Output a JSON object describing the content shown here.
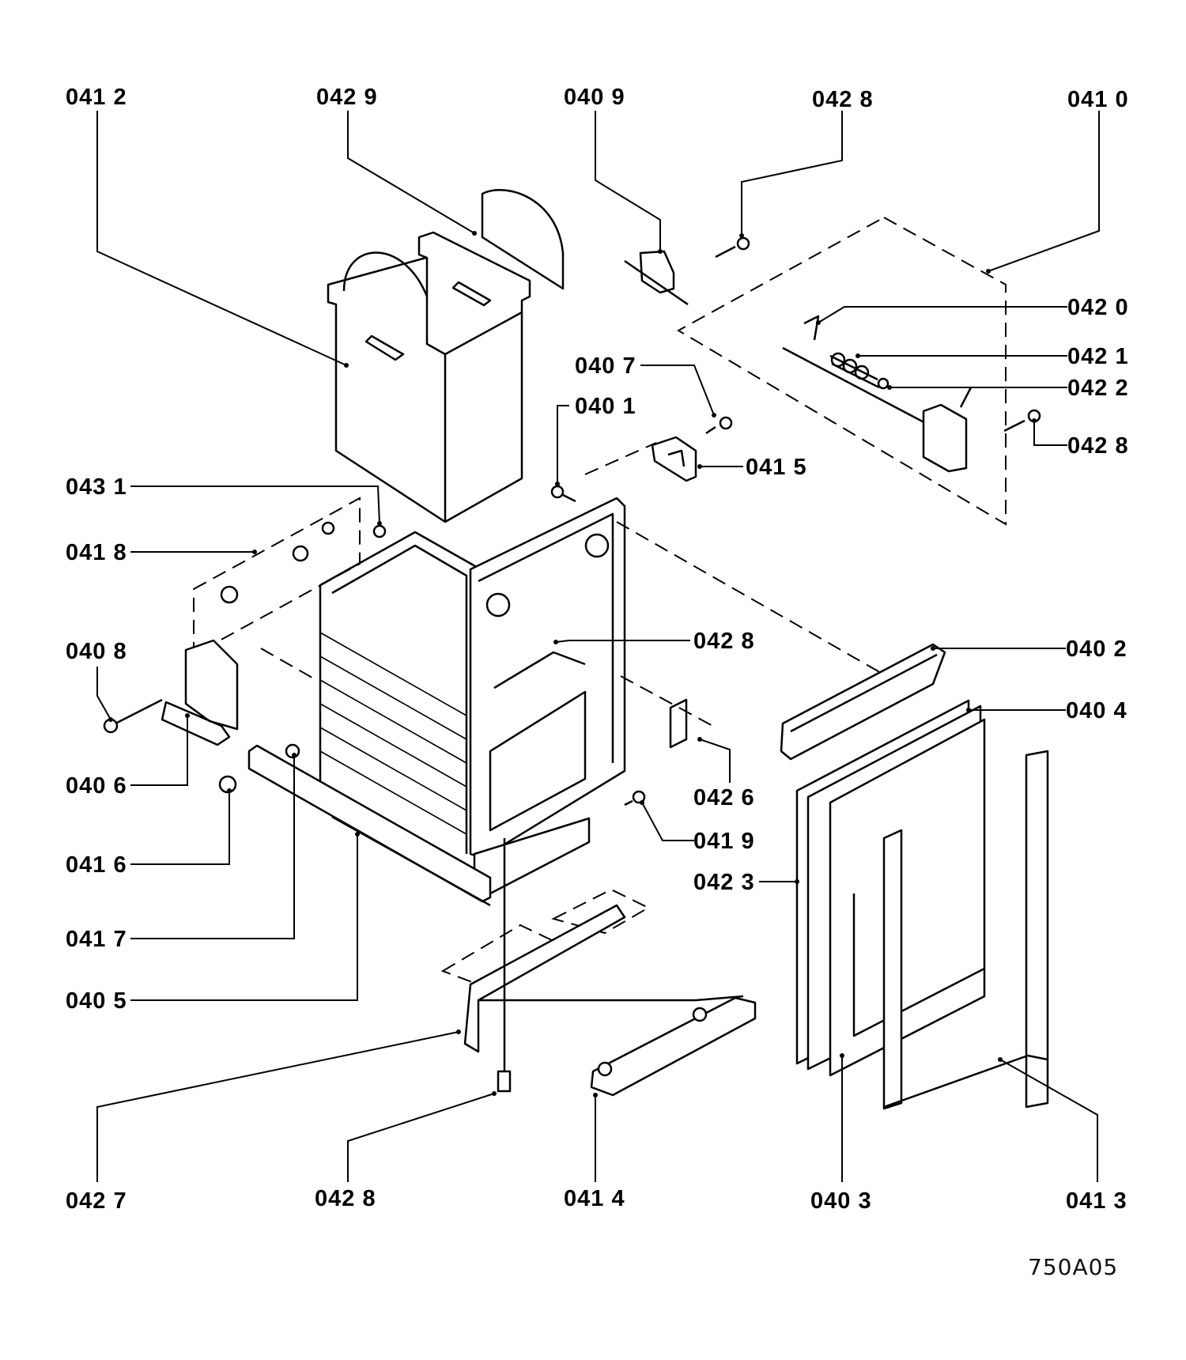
{
  "labels": {
    "p0412": "041 2",
    "p0429": "042 9",
    "p0409": "040 9",
    "p0428_top": "042 8",
    "p0410": "041 0",
    "p0420": "042 0",
    "p0421": "042 1",
    "p0422": "042 2",
    "p0428_right": "042 8",
    "p0407": "040 7",
    "p0401": "040 1",
    "p0415": "041 5",
    "p0431": "043 1",
    "p0418": "041 8",
    "p0428_mid": "042 8",
    "p0402": "040 2",
    "p0408": "040 8",
    "p0404": "040 4",
    "p0406": "040 6",
    "p0426": "042 6",
    "p0419": "041 9",
    "p0416": "041 6",
    "p0423": "042 3",
    "p0417": "041 7",
    "p0405": "040 5",
    "p0427": "042 7",
    "p0428_bottom": "042 8",
    "p0414": "041 4",
    "p0403": "040 3",
    "p0413": "041 3"
  },
  "drawing_ref": "750A05"
}
